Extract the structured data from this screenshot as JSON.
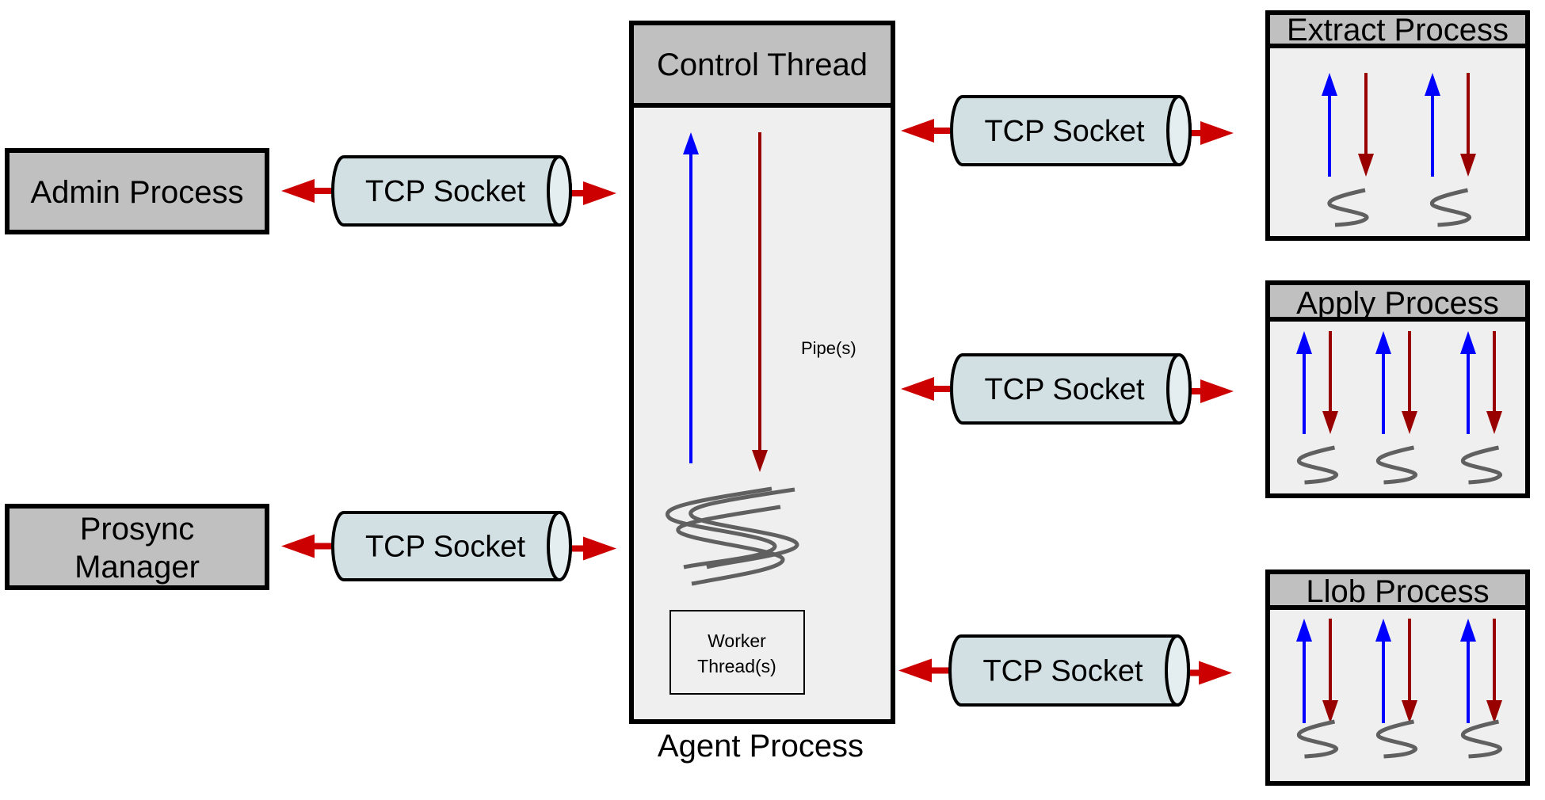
{
  "diagram": {
    "colors": {
      "process_header": "#c0c0c0",
      "process_body": "#efefef",
      "socket_fill": "#d2e0e4",
      "connector_arrow": "#cc0000",
      "upstream_arrow": "#0000ff",
      "downstream_arrow": "#990000",
      "thread": "#606060"
    },
    "left_processes": [
      {
        "label_lines": [
          "Admin Process"
        ]
      },
      {
        "label_lines": [
          "Prosync",
          "Manager"
        ]
      }
    ],
    "agent": {
      "header": "Control Thread",
      "caption": "Agent Process",
      "pipe_label": "Pipe(s)",
      "worker_lines": [
        "Worker",
        "Thread(s)"
      ]
    },
    "socket_label": "TCP Socket",
    "right_processes": [
      {
        "title": "Extract Process",
        "thread_count": 2
      },
      {
        "title": "Apply Process",
        "thread_count": 3
      },
      {
        "title": "Llob Process",
        "thread_count": 3
      }
    ]
  }
}
